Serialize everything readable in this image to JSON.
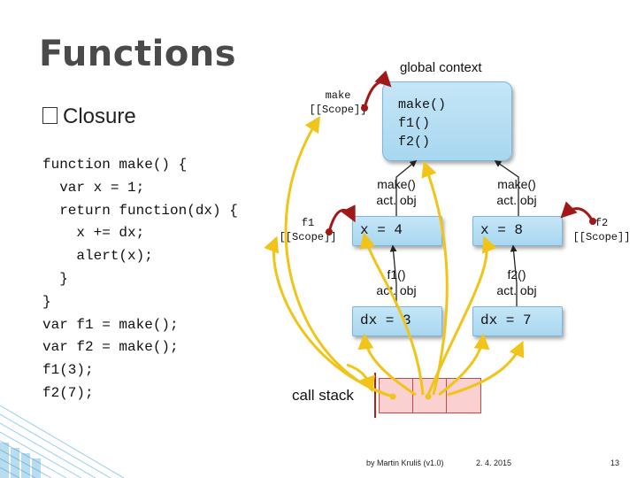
{
  "slide": {
    "title": "Functions",
    "bullet": "Closure",
    "code_lines": [
      "function make() {",
      "  var x = 1;",
      "  return function(dx) {",
      "    x += dx;",
      "    alert(x);",
      "  }",
      "}",
      "var f1 = make();",
      "var f2 = make();",
      "f1(3);",
      "f2(7);"
    ]
  },
  "diagram": {
    "global_context_label": "global context",
    "make_scope_label": [
      "make",
      "[[Scope]]"
    ],
    "global_context_items": [
      "make()",
      "f1()",
      "f2()"
    ],
    "act_obj_1_label": [
      "make()",
      "act. obj"
    ],
    "act_obj_2_label": [
      "make()",
      "act. obj"
    ],
    "x_box_1": "x = 4",
    "x_box_2": "x = 8",
    "f1_scope_label": [
      "f1",
      "[[Scope]]"
    ],
    "f2_scope_label": [
      "f2",
      "[[Scope]]"
    ],
    "f1_act_label": [
      "f1()",
      "act. obj"
    ],
    "f2_act_label": [
      "f2()",
      "act. obj"
    ],
    "dx_box_1": "dx = 3",
    "dx_box_2": "dx = 7",
    "call_stack_label": "call stack",
    "colors": {
      "box_fill": "#a8d7f0",
      "arrow_red": "#a01818",
      "arrow_yellow": "#f0c419",
      "stack_fill": "#fbd0d0",
      "stack_border": "#c84848"
    }
  },
  "footer": {
    "author": "by Martin Kruliš (v1.0)",
    "date": "2. 4. 2015",
    "page": "13"
  }
}
